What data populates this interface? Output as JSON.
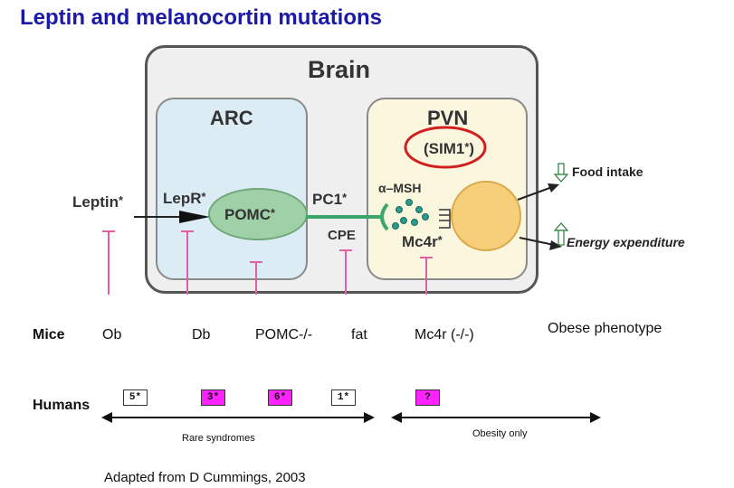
{
  "title": "Leptin and melanocortin mutations",
  "diagram": {
    "brain_label": "Brain",
    "arc_label": "ARC",
    "pvn_label": "PVN",
    "sim1_label": "(SIM1",
    "leptin_label": "Leptin",
    "lepr_label": "LepR",
    "pomc_label": "POMC",
    "pc1_label": "PC1",
    "cpe_label": "CPE",
    "amsh_label": "α–MSH",
    "mc4r_label": "Mc4r",
    "star": "*",
    "food_intake_label": "Food intake",
    "energy_expenditure_label": "Energy expenditure",
    "colors": {
      "title": "#1a1aa6",
      "inhibitor_line": "#e060a8",
      "highlight_circle": "#d02020",
      "magenta_marker": "#ff22ff",
      "down_arrow": "#ffffff",
      "up_arrow": "#ffffff"
    }
  },
  "table": {
    "mice_label": "Mice",
    "humans_label": "Humans",
    "mice": [
      "Ob",
      "Db",
      "POMC-/-",
      "fat",
      "Mc4r (-/-)"
    ],
    "obese_phenotype_label": "Obese phenotype",
    "humans": [
      "5*",
      "3*",
      "6*",
      "1*",
      "?"
    ],
    "rare_syndromes_label": "Rare syndromes",
    "obesity_only_label": "Obesity only"
  },
  "citation": "Adapted from D Cummings, 2003"
}
